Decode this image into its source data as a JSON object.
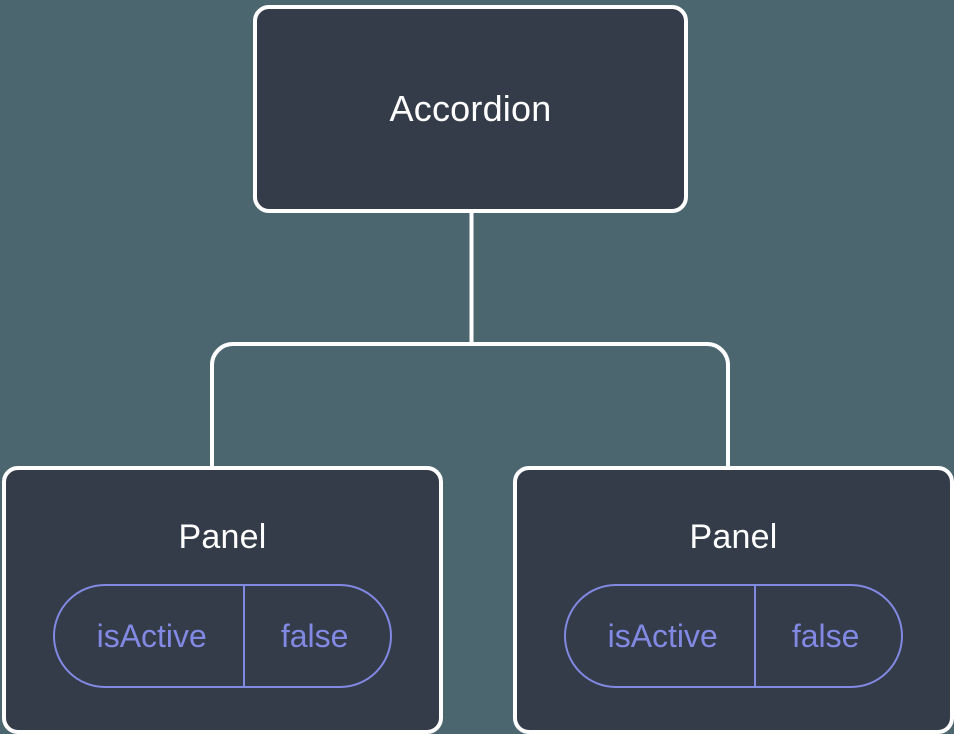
{
  "diagram": {
    "type": "component-tree",
    "background_color": "#4c6670",
    "node_fill_color": "#343b49",
    "node_border_color": "#ffffff",
    "node_text_color": "#ffffff",
    "edge_color": "#ffffff",
    "prop_accent_color": "#8189e3",
    "root": {
      "label": "Accordion"
    },
    "children": [
      {
        "label": "Panel",
        "props": [
          {
            "key": "isActive",
            "value": "false"
          }
        ]
      },
      {
        "label": "Panel",
        "props": [
          {
            "key": "isActive",
            "value": "false"
          }
        ]
      }
    ]
  }
}
